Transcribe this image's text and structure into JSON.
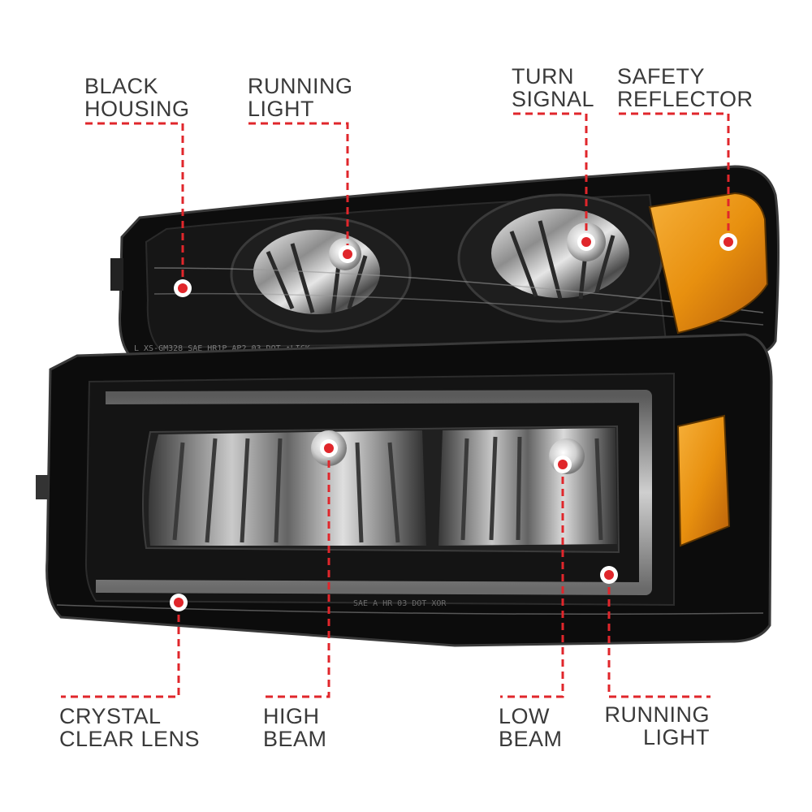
{
  "callouts": {
    "black_housing": "BLACK\nHOUSING",
    "running_light_top": "RUNNING\nLIGHT",
    "turn_signal": "TURN\nSIGNAL",
    "safety_reflector": "SAFETY\nREFLECTOR",
    "crystal_clear_lens": "CRYSTAL\nCLEAR LENS",
    "high_beam": "HIGH\nBEAM",
    "low_beam": "LOW\nBEAM",
    "running_light_bottom": "RUNNING\nLIGHT"
  },
  "lens_markings": {
    "upper": "L  XS-GM328  SAE  HR1P  AP2  03  DOT  ↑LICK",
    "lower": "SAE  A  HR  03  DOT  XOR"
  },
  "colors": {
    "callout_line": "#e0262b",
    "housing": "#111111",
    "amber": "#e8900f",
    "text": "#3a3a3a"
  }
}
